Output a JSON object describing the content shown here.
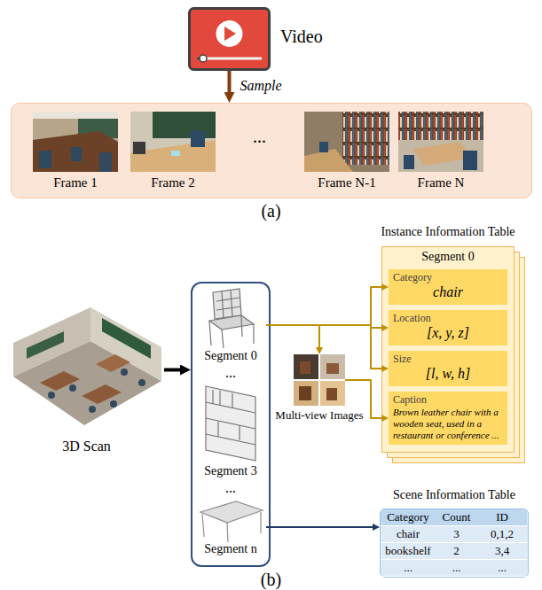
{
  "diagram": {
    "nodes": [
      {
        "text": [
          "Video"
        ]
      },
      {
        "text": [
          "..."
        ]
      },
      {
        "text": [
          "Frame 1"
        ],
        "in": 1
      },
      {
        "text": [
          "Frame 2"
        ],
        "in": 1
      },
      {
        "text": [
          "Frame N-1"
        ],
        "in": 1
      },
      {
        "text": [
          "Frame N"
        ],
        "in": 1
      },
      {
        "text": [
          "Instance Information Table",
          "Segment 0"
        ]
      },
      {
        "text": [
          "Category",
          "chair"
        ],
        "in": 6
      },
      {
        "text": [
          "Location",
          "[x, y, z]"
        ],
        "in": 6
      },
      {
        "text": [
          "Size",
          "[l, w, h]"
        ],
        "in": 6
      },
      {
        "text": [
          "Caption",
          "Brown leather chair with a wooden seat, used in a restaurant or conference ..."
        ],
        "in": 6
      },
      {
        "text": [
          "3D Scan"
        ]
      },
      {
        "text": [
          "...",
          "..."
        ]
      },
      {
        "text": [
          "Segment 0"
        ],
        "in": 12
      },
      {
        "text": [
          "Segment 3"
        ],
        "in": 12
      },
      {
        "text": [
          "Segment n"
        ],
        "in": 12
      },
      {
        "text": [
          "Multi-view Images"
        ]
      },
      {
        "text": [
          "Scene Information Table",
          "Category",
          "Count",
          "ID",
          "chair",
          "3",
          "0,1,2",
          "bookshelf",
          "2",
          "3,4",
          "...",
          "...",
          "..."
        ]
      }
    ],
    "edges": [
      {
        "from": 0,
        "to": 1,
        "arrow": "to",
        "label": "Sample"
      },
      {
        "from": 11,
        "to": 12,
        "arrow": "to"
      },
      {
        "from": 13,
        "to": 7,
        "arrow": "to"
      },
      {
        "from": 13,
        "to": 8,
        "arrow": "to"
      },
      {
        "from": 13,
        "to": 9,
        "arrow": "to"
      },
      {
        "from": 13,
        "to": 16,
        "arrow": "to"
      },
      {
        "from": 16,
        "to": 10,
        "arrow": "to"
      },
      {
        "from": 15,
        "to": 17,
        "arrow": "to"
      }
    ],
    "labels": [
      "(a)",
      "(b)"
    ]
  }
}
